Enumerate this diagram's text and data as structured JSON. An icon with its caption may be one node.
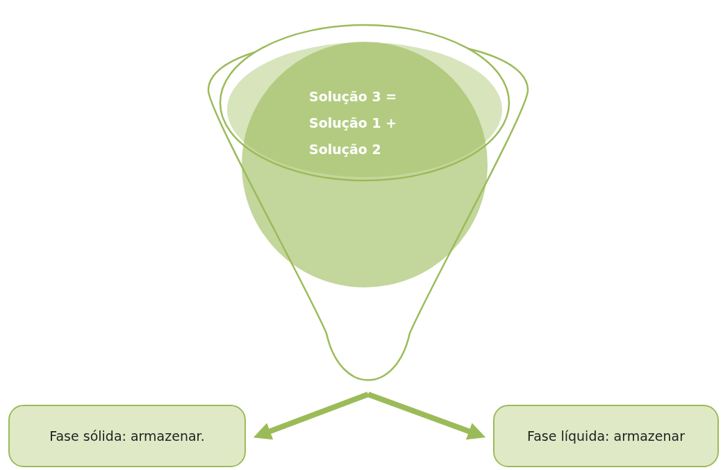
{
  "diagram": {
    "nodes": [
      {
        "text": [],
        "shape": "funnel"
      },
      {
        "text": [
          "Solução 3 = Solução 1 + Solução 2"
        ],
        "in": 0
      },
      {
        "text": [
          "Fase sólida: armazenar."
        ]
      },
      {
        "text": [
          "Fase líquida: armazenar"
        ]
      }
    ],
    "edges": [
      {
        "from": 0,
        "to": 2,
        "arrow": "to"
      },
      {
        "from": 0,
        "to": 3,
        "arrow": "to"
      }
    ]
  }
}
